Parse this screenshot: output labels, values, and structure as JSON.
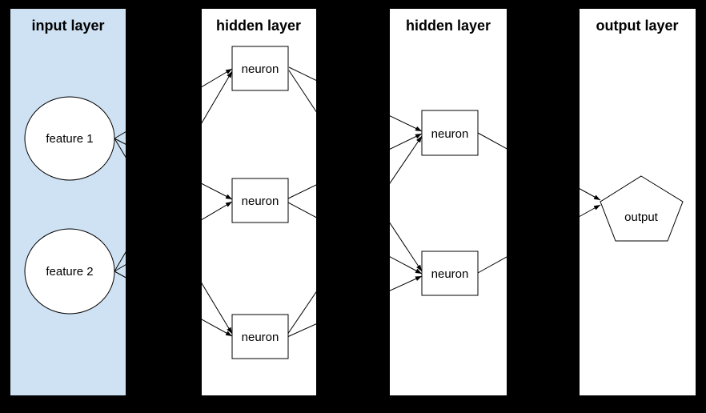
{
  "diagram": {
    "type": "neural-network",
    "colors": {
      "canvas_bg": "#000000",
      "input_panel_bg": "#cfe2f3",
      "panel_bg": "#ffffff",
      "node_fill": "#ffffff",
      "stroke": "#000000",
      "text": "#000000"
    },
    "layers": [
      {
        "id": "input",
        "title": "input layer",
        "nodes": [
          {
            "label": "feature 1",
            "shape": "ellipse"
          },
          {
            "label": "feature 2",
            "shape": "ellipse"
          }
        ]
      },
      {
        "id": "hidden1",
        "title": "hidden layer",
        "nodes": [
          {
            "label": "neuron",
            "shape": "rect"
          },
          {
            "label": "neuron",
            "shape": "rect"
          },
          {
            "label": "neuron",
            "shape": "rect"
          }
        ]
      },
      {
        "id": "hidden2",
        "title": "hidden layer",
        "nodes": [
          {
            "label": "neuron",
            "shape": "rect"
          },
          {
            "label": "neuron",
            "shape": "rect"
          }
        ]
      },
      {
        "id": "output",
        "title": "output layer",
        "nodes": [
          {
            "label": "output",
            "shape": "pentagon"
          }
        ]
      }
    ]
  }
}
